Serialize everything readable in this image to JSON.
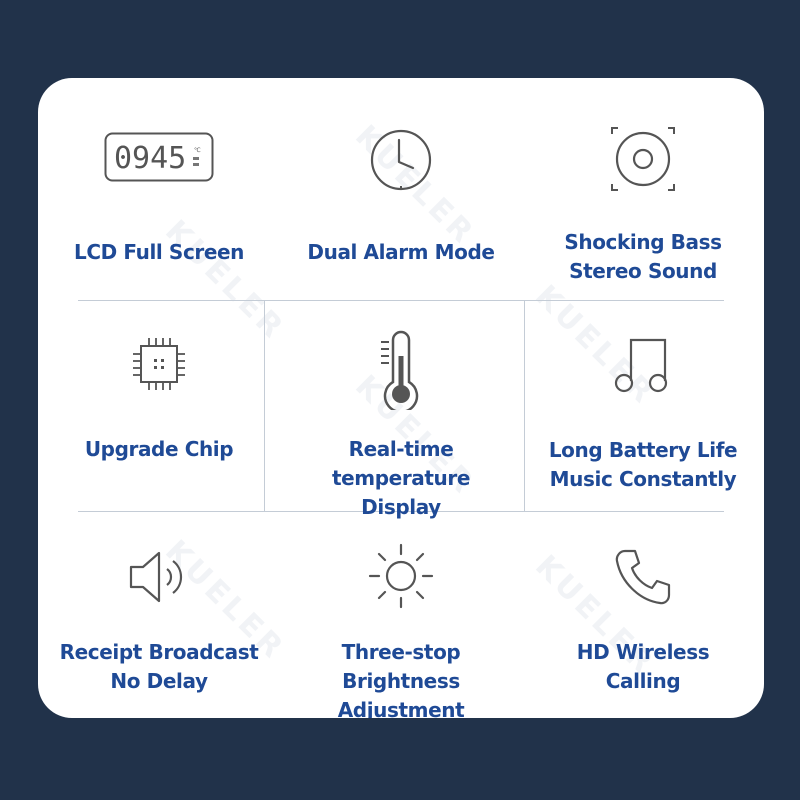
{
  "watermark": "KUELER",
  "colors": {
    "background": "#21324a",
    "card": "#ffffff",
    "label": "#1f4a96",
    "icon": "#555555",
    "divider": "#c4ccd6"
  },
  "features": [
    {
      "icon": "lcd-display-icon",
      "display_digits": "0945",
      "lines": [
        "LCD Full Screen"
      ]
    },
    {
      "icon": "clock-icon",
      "lines": [
        "Dual Alarm Mode"
      ]
    },
    {
      "icon": "speaker-disc-icon",
      "lines": [
        "Shocking Bass",
        "Stereo Sound"
      ]
    },
    {
      "icon": "chip-icon",
      "lines": [
        "Upgrade Chip"
      ]
    },
    {
      "icon": "thermometer-icon",
      "lines": [
        "Real-time temperature",
        "Display"
      ]
    },
    {
      "icon": "music-note-icon",
      "lines": [
        "Long Battery Life",
        "Music Constantly"
      ]
    },
    {
      "icon": "speaker-volume-icon",
      "lines": [
        "Receipt Broadcast",
        "No Delay"
      ]
    },
    {
      "icon": "sun-brightness-icon",
      "lines": [
        "Three-stop Brightness",
        "Adjustment"
      ]
    },
    {
      "icon": "phone-icon",
      "lines": [
        "HD Wireless",
        "Calling"
      ]
    }
  ]
}
